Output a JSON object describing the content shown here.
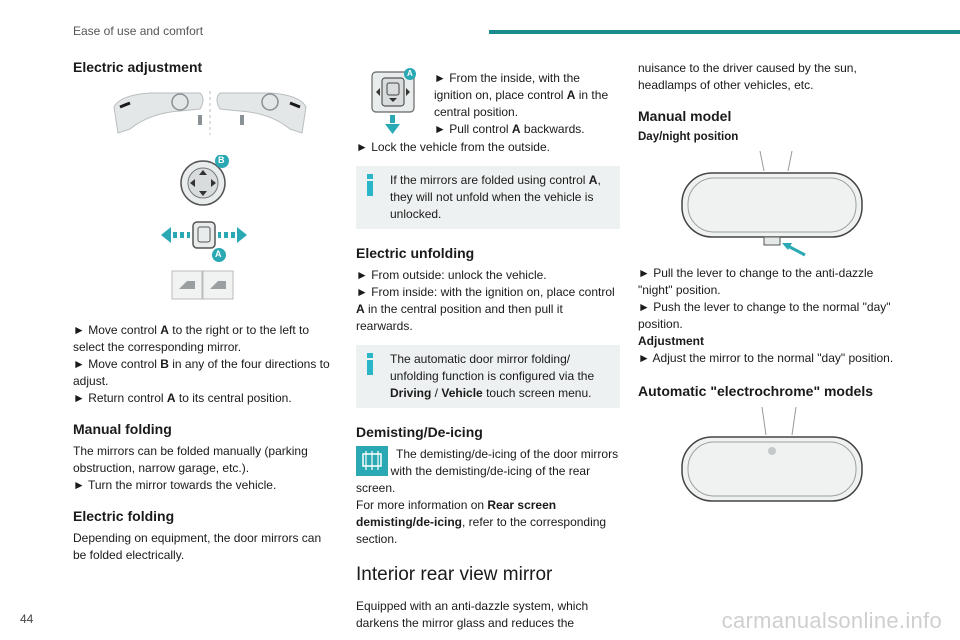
{
  "header": {
    "section_title": "Ease of use and comfort",
    "accent_color": "#1a8c8c"
  },
  "footer": {
    "page_number": "44",
    "watermark": "carmanualsonline.info"
  },
  "col1": {
    "electric_adjustment": {
      "heading": "Electric adjustment",
      "label_b": "B",
      "label_a": "A",
      "step1_prefix": "► Move control ",
      "step1_bold": "A",
      "step1_suffix": " to the right or to the left to select the corresponding mirror.",
      "step2_prefix": "► Move control ",
      "step2_bold": "B",
      "step2_suffix": " in any of the four directions to adjust.",
      "step3_prefix": "► Return control ",
      "step3_bold": "A",
      "step3_suffix": " to its central position."
    },
    "manual_folding": {
      "heading": "Manual folding",
      "body": "The mirrors can be folded manually (parking obstruction, narrow garage, etc.).",
      "step": "► Turn the mirror towards the vehicle."
    },
    "electric_folding": {
      "heading": "Electric folding",
      "body": "Depending on equipment, the door mirrors can be folded electrically."
    }
  },
  "col2": {
    "label_a": "A",
    "step1_prefix": "► From the inside, with the ignition on, place control ",
    "step1_bold": "A",
    "step1_suffix": " in the central position.",
    "step2_prefix": "► Pull control ",
    "step2_bold": "A",
    "step2_suffix": " backwards.",
    "step3": "► Lock the vehicle from the outside.",
    "info1_prefix": "If the mirrors are folded using control ",
    "info1_bold": "A",
    "info1_suffix": ", they will not unfold when the vehicle is unlocked.",
    "electric_unfolding": {
      "heading": "Electric unfolding",
      "step1": "► From outside: unlock the vehicle.",
      "step2_prefix": "► From inside: with the ignition on, place control ",
      "step2_bold": "A",
      "step2_suffix": " in the central position and then pull it rearwards."
    },
    "info2_text": "The automatic door mirror folding/ unfolding function is configured via the ",
    "info2_bold1": "Driving",
    "info2_sep": " / ",
    "info2_bold2": "Vehicle",
    "info2_suffix": " touch screen menu.",
    "demisting": {
      "heading": "Demisting/De-icing",
      "body1": "The demisting/de-icing of the door mirrors works with the demisting/de-icing of the rear screen.",
      "body2_prefix": "For more information on ",
      "body2_bold": "Rear screen demisting/de-icing",
      "body2_suffix": ", refer to the corresponding section."
    },
    "interior_mirror": {
      "heading": "Interior rear view mirror",
      "body": "Equipped with an anti-dazzle system, which darkens the mirror glass and reduces the"
    }
  },
  "col3": {
    "continued": "nuisance to the driver caused by the sun, headlamps of other vehicles, etc.",
    "manual_model": {
      "heading": "Manual model",
      "subheading": "Day/night position",
      "step1": "► Pull the lever to change to the anti-dazzle \"night\" position.",
      "step2": "► Push the lever to change to the normal \"day\" position.",
      "adjustment_label": "Adjustment",
      "step3": "► Adjust the mirror to the normal \"day\" position."
    },
    "auto_model": {
      "heading": "Automatic \"electrochrome\" models"
    }
  }
}
